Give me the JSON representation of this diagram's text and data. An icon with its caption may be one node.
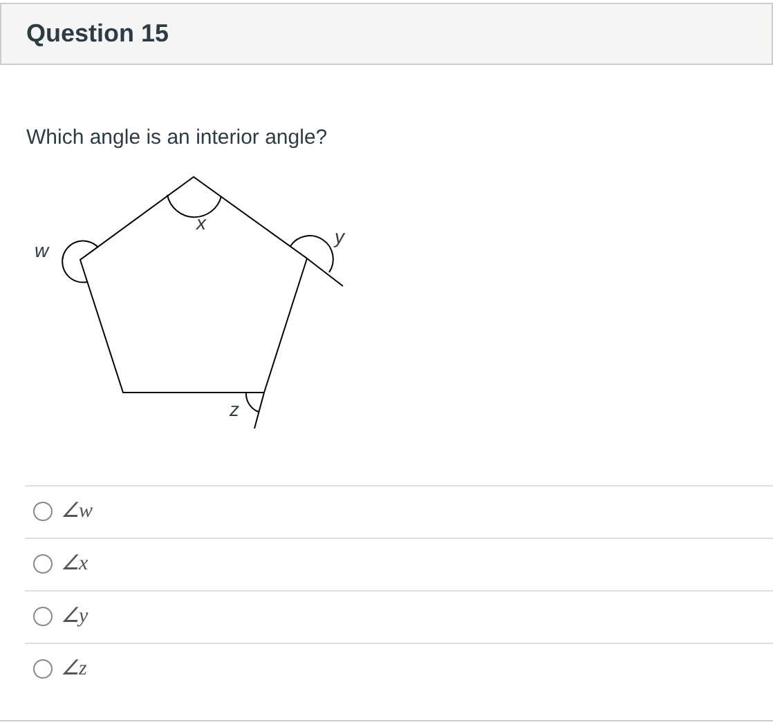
{
  "diagram": {
    "title": "Question 15",
    "labels": [
      "Which angle is an interior angle?",
      "w",
      "x",
      "y",
      "z",
      "∠w",
      "∠x",
      "∠y",
      "∠z"
    ]
  }
}
